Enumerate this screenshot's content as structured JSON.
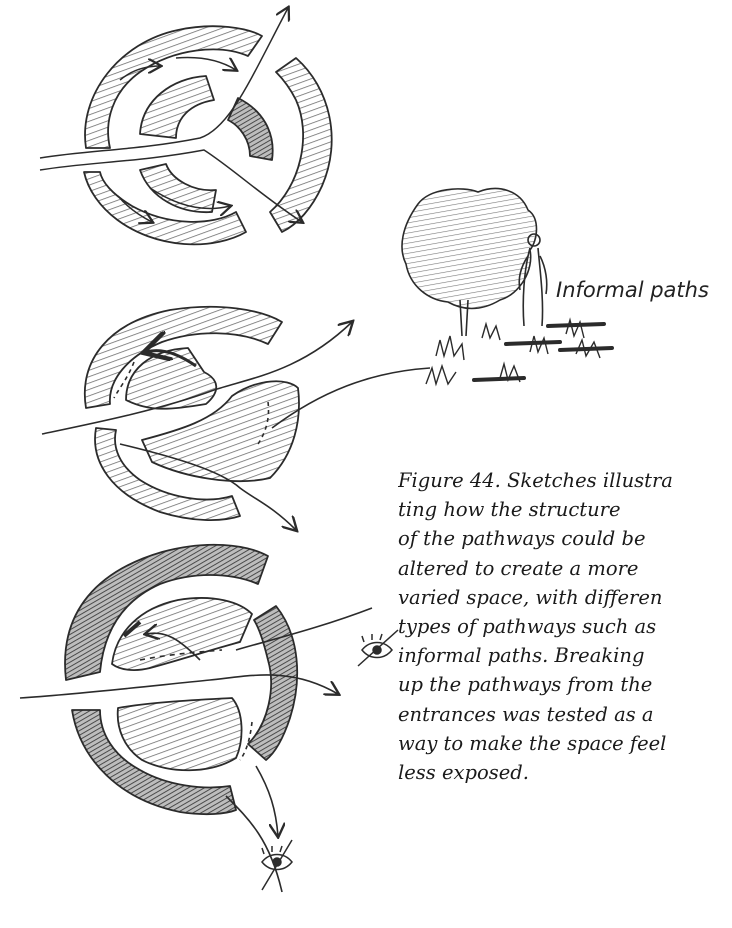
{
  "annotation": {
    "informal_paths": "Informal paths"
  },
  "caption": {
    "lines": [
      "Figure 44. Sketches illustra",
      "ting how the structure",
      "of the pathways could be",
      "altered to create a more",
      "varied space, with differen",
      "types of pathways such as",
      "informal paths. Breaking",
      "up the pathways from the",
      "entrances was tested as a",
      "way to make the space feel",
      "less exposed."
    ]
  },
  "colors": {
    "ink": "#2b2b2b",
    "hatch": "#6f6f6f",
    "hatch_dark": "#4a4a4a",
    "paper": "#ffffff"
  },
  "icons": [
    "eye-icon",
    "eye-icon",
    "tree-icon",
    "person-icon",
    "grass-icon"
  ]
}
